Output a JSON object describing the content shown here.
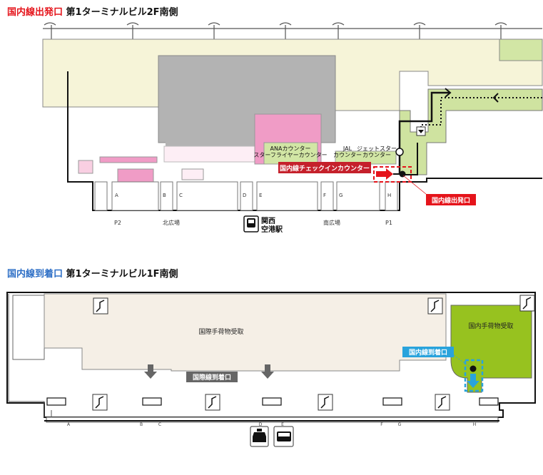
{
  "top": {
    "title_highlight": "国内線出発口",
    "title_rest": "第1ターミナルビル2F南側",
    "ana_counter_1": "ANAカウンター",
    "ana_counter_2": "スターフライヤーカウンター",
    "jal_counter_1": "JAL",
    "jal_counter_2": "カウンター",
    "jetstar_counter_1": "ジェットスター",
    "jetstar_counter_2": "カウンター",
    "checkin_label": "国内線チェックインカウンター",
    "departure_gate_label": "国内線出発口",
    "station_1": "関西",
    "station_2": "空港駅",
    "places": [
      "P2",
      "北広場",
      "南広場",
      "P1"
    ],
    "doors": [
      "A",
      "B",
      "C",
      "D",
      "E",
      "F",
      "G",
      "H"
    ]
  },
  "bottom": {
    "title_highlight": "国内線到着口",
    "title_rest": "第1ターミナルビル1F南側",
    "intl_baggage": "国際手荷物受取",
    "dom_baggage": "国内手荷物受取",
    "intl_arrival": "国際線到着口",
    "dom_arrival": "国内線到着口",
    "doors": [
      "A",
      "B",
      "C",
      "D",
      "E",
      "F",
      "G",
      "H"
    ]
  },
  "colors": {
    "departure_red": "#e5141b",
    "arrival_blue": "#29a3dc",
    "green_area": "#97c21f",
    "light_green": "#cfe3a0",
    "pink": "#f09cc6",
    "gray": "#b3b3b3"
  }
}
